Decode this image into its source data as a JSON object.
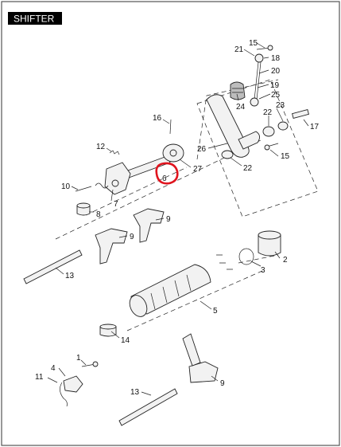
{
  "header": {
    "title": "SHIFTER"
  },
  "callouts": [
    "15",
    "21",
    "18",
    "20",
    "19",
    "25",
    "24",
    "23",
    "22",
    "17",
    "16",
    "26",
    "15",
    "22",
    "12",
    "27",
    "10",
    "6",
    "7",
    "8",
    "9",
    "9",
    "2",
    "3",
    "13",
    "5",
    "14",
    "1",
    "4",
    "11",
    "13",
    "9"
  ],
  "colors": {
    "header_bg": "#000000",
    "header_text": "#ffffff",
    "highlight": "#e0141e"
  }
}
